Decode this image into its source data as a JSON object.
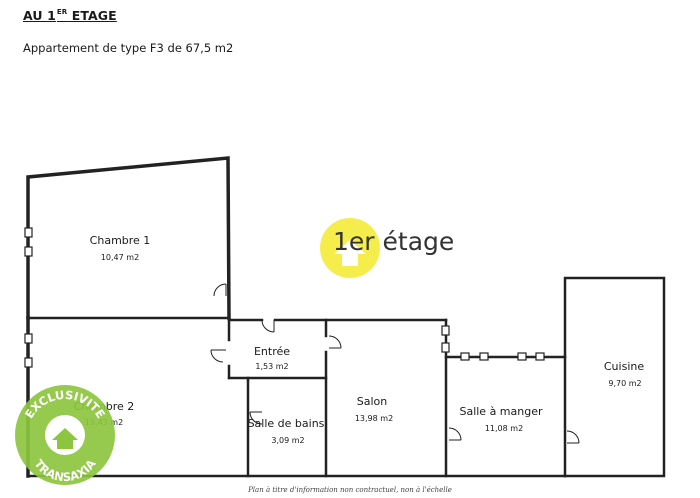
{
  "header": {
    "title_prefix": "AU 1",
    "title_sup": "ER",
    "title_suffix": " ETAGE",
    "subtitle": "Appartement de type F3 de 67,5 m2"
  },
  "watermark": {
    "label": "1er étage",
    "color": "#f2ea2c"
  },
  "rooms": {
    "chambre1": {
      "name": "Chambre 1",
      "area": "10,47 m2"
    },
    "chambre2": {
      "name": "Chambre 2",
      "area": "15,43 m2"
    },
    "entree": {
      "name": "Entrée",
      "area": "1,53 m2"
    },
    "salle_de_bains": {
      "name": "Salle de bains",
      "area": "3,09 m2"
    },
    "salon": {
      "name": "Salon",
      "area": "13,98 m2"
    },
    "salle_a_manger": {
      "name": "Salle à manger",
      "area": "11,08 m2"
    },
    "cuisine": {
      "name": "Cuisine",
      "area": "9,70 m2"
    }
  },
  "badge": {
    "top_text": "EXCLUSIVITE",
    "bottom_text": "TRANSAXIA",
    "color": "#8cc63f"
  },
  "footnote": "Plan à titre d'information non contractuel, non à l'échelle",
  "colors": {
    "wall": "#222222",
    "window": "#ffffff"
  }
}
